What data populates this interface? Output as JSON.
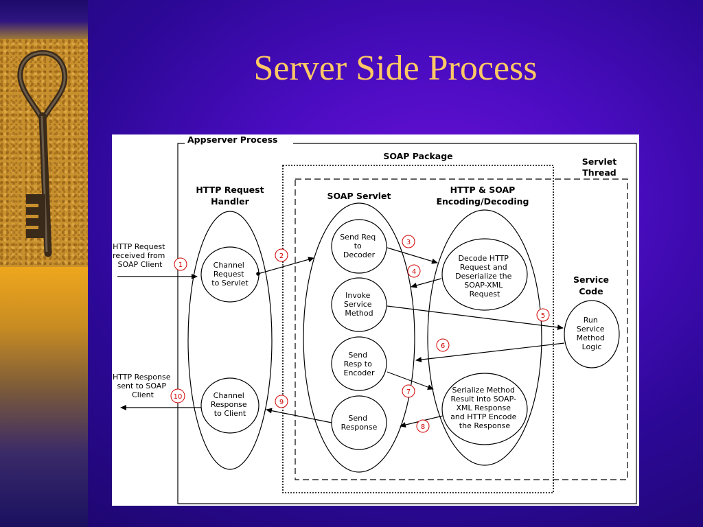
{
  "slide": {
    "title": "Server Side Process"
  },
  "diagram": {
    "headers": {
      "appserver": "Appserver Process",
      "soap_package": "SOAP Package",
      "servlet_thread": [
        "Servlet",
        "Thread"
      ],
      "http_handler": [
        "HTTP Request",
        "Handler"
      ],
      "soap_servlet": "SOAP Servlet",
      "encoding": [
        "HTTP & SOAP",
        "Encoding/Decoding"
      ],
      "service_code": [
        "Service",
        "Code"
      ]
    },
    "external": {
      "request": [
        "HTTP Request",
        "received from",
        "SOAP Client"
      ],
      "response": [
        "HTTP Response",
        "sent to SOAP",
        "Client"
      ]
    },
    "nodes": {
      "channel_request": [
        "Channel",
        "Request",
        "to Servlet"
      ],
      "channel_response": [
        "Channel",
        "Response",
        "to Client"
      ],
      "send_req": [
        "Send Req",
        "to",
        "Decoder"
      ],
      "invoke": [
        "Invoke",
        "Service",
        "Method"
      ],
      "send_resp_encoder": [
        "Send",
        "Resp to",
        "Encoder"
      ],
      "send_response": [
        "Send",
        "Response"
      ],
      "decode": [
        "Decode HTTP",
        "Request and",
        "Deserialize the",
        "SOAP-XML",
        "Request"
      ],
      "serialize": [
        "Serialize Method",
        "Result into SOAP-",
        "XML Response",
        "and HTTP Encode",
        "the Response"
      ],
      "run_service": [
        "Run",
        "Service",
        "Method",
        "Logic"
      ]
    },
    "steps": [
      "1",
      "2",
      "3",
      "4",
      "5",
      "6",
      "7",
      "8",
      "9",
      "10"
    ]
  }
}
